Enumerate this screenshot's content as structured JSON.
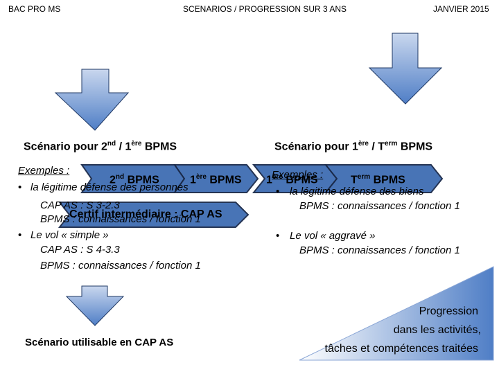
{
  "header": {
    "left": "BAC PRO MS",
    "center": "SCENARIOS / PROGRESSION SUR 3 ANS",
    "right": "JANVIER 2015"
  },
  "colors": {
    "arrow_fill_light": "#c9d7ee",
    "arrow_fill_dark": "#5b86c9",
    "arrow_stroke": "#1f3864",
    "chevron_fill": "#3f6db3",
    "chevron_stroke": "#1a2a4a",
    "wedge_light": "#ffffff",
    "wedge_dark": "#4f7ec6"
  },
  "left_scenario": {
    "title_main": "Scénario pour 2",
    "title_sup1": "nd",
    "title_mid": " / 1",
    "title_sup2": "ère",
    "title_end": " BPMS",
    "examples_label": "Exemples :",
    "item1_bullet": "•",
    "item1": "la légitime défense des personnes",
    "item1_line2": "CAP AS : S 3-2.3",
    "item1_line3": "BPMS : connaissances / fonction 1",
    "item2_bullet": "•",
    "item2": "Le vol « simple »",
    "item2_line2": "CAP AS : S 4-3.3",
    "item2_line3": "BPMS : connaissances / fonction 1"
  },
  "right_scenario": {
    "title_main": "Scénario pour 1",
    "title_sup1": "ère",
    "title_mid": " / T",
    "title_sup2": "erm",
    "title_end": " BPMS",
    "examples_label": "Exemples :",
    "item1_bullet": "•",
    "item1": "la légitime défense des biens",
    "item1_line2": "BPMS : connaissances / fonction 1",
    "item2_bullet": "•",
    "item2": "Le vol « aggravé »",
    "item2_line2": "BPMS : connaissances / fonction 1"
  },
  "chevrons": {
    "c1_main": "2",
    "c1_sup": "nd",
    "c1_end": " BPMS",
    "c2_main": "1",
    "c2_sup": "ère",
    "c2_end": " BPMS",
    "c3_main": "1",
    "c3_sup": "ère",
    "c3_end": " BPMS",
    "c4_main": "T",
    "c4_sup": "erm",
    "c4_end": " BPMS",
    "certif": "Certif intermédiaire : CAP AS"
  },
  "bottom": {
    "cap_scenario": "Scénario utilisable en CAP AS",
    "progression_line1": "Progression",
    "progression_line2": "dans les activités,",
    "progression_line3": "tâches et compétences traitées"
  }
}
